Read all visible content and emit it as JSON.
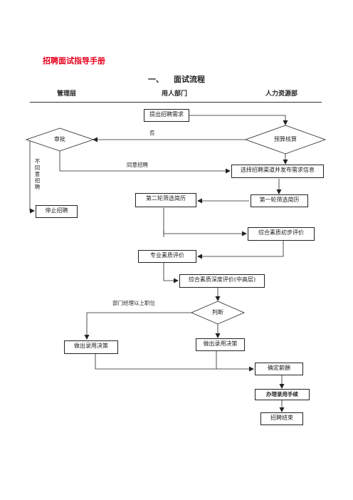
{
  "document": {
    "title": "招聘面试指导手册",
    "section_number": "一、",
    "section_title": "面试流程"
  },
  "columns": [
    "管理层",
    "用人部门",
    "人力资源部"
  ],
  "nodes": {
    "demand": "提出招聘需求",
    "approve": "审批",
    "budget": "预算核算",
    "select_channel": "选择招聘渠道并发布需求信息",
    "stop": "停止招聘",
    "screen2": "第二轮筛选简历",
    "screen1": "第一轮筛选简历",
    "initial_eval": "综合素质初步评价",
    "pro_eval": "专业素质评价",
    "deep_eval": "综合素质深度评价(中高层)",
    "judge": "判断",
    "decision_mgmt": "做出录用决策",
    "decision_dept": "做出录用决策",
    "salary": "确定薪酬",
    "onboard": "办理录用手续",
    "end": "招聘结束"
  },
  "edge_labels": {
    "no": "否",
    "approve_hire": "同意招聘",
    "disagree": "不同意招聘",
    "above_manager": "部门经理以上职位"
  }
}
